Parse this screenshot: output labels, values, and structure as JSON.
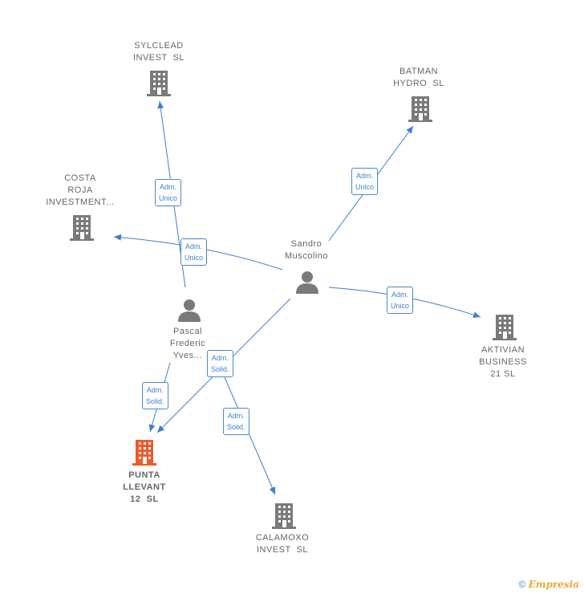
{
  "nodes": {
    "sylclead": {
      "label": "SYLCLEAD\nINVEST  SL",
      "type": "company"
    },
    "batman": {
      "label": "BATMAN\nHYDRO  SL",
      "type": "company"
    },
    "costa": {
      "label": "COSTA\nROJA\nINVESTMENT...",
      "type": "company"
    },
    "sandro": {
      "label": "Sandro\nMuscolino",
      "type": "person"
    },
    "pascal": {
      "label": "Pascal\nFrederic\nYves...",
      "type": "person"
    },
    "aktivian": {
      "label": "AKTIVIAN\nBUSINESS\n21 SL",
      "type": "company"
    },
    "punta": {
      "label": "PUNTA\nLLEVANT\n12  SL",
      "type": "company",
      "highlight": true
    },
    "calamoxo": {
      "label": "CALAMOXO\nINVEST  SL",
      "type": "company"
    }
  },
  "edges": {
    "pascal_sylclead": {
      "label": "Adm.\nUnico"
    },
    "sandro_costa": {
      "label": "Adm.\nUnico"
    },
    "sandro_batman": {
      "label": "Adm.\nUnico"
    },
    "sandro_aktivian": {
      "label": "Adm.\nUnico"
    },
    "sandro_punta": {
      "label": "Adm.\nSolid."
    },
    "pascal_punta": {
      "label": "Adm.\nSolid."
    },
    "sandro_calamoxo": {
      "label": "Adm.\nSolid."
    }
  },
  "colors": {
    "edge": "#3f7fcf",
    "company_icon": "#7a7a7a",
    "highlight_icon": "#f05a28",
    "person_icon": "#7a7a7a"
  },
  "footer": {
    "copyright": "©",
    "brand": "Empresia"
  }
}
